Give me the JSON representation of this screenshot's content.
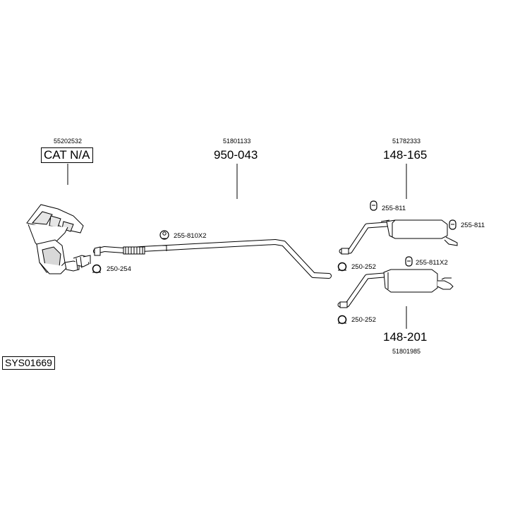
{
  "diagram_code": "SYS01669",
  "parts": [
    {
      "id": "cat",
      "oem": "55202532",
      "part_no": "CAT N/A"
    },
    {
      "id": "middle-pipe",
      "oem": "51801133",
      "part_no": "950-043"
    },
    {
      "id": "rear-silencer-a",
      "oem": "51782333",
      "part_no": "148-165"
    },
    {
      "id": "rear-silencer-b",
      "oem": "51801985",
      "part_no": "148-201"
    }
  ],
  "fittings": {
    "clamp_cat": "250-254",
    "mount_middle": "255-810X2",
    "mount_rear_a_left": "255-811",
    "mount_rear_a_right": "255-811",
    "clamp_rear_a": "250-252",
    "mount_rear_b": "255-811X2",
    "clamp_rear_b": "250-252"
  }
}
